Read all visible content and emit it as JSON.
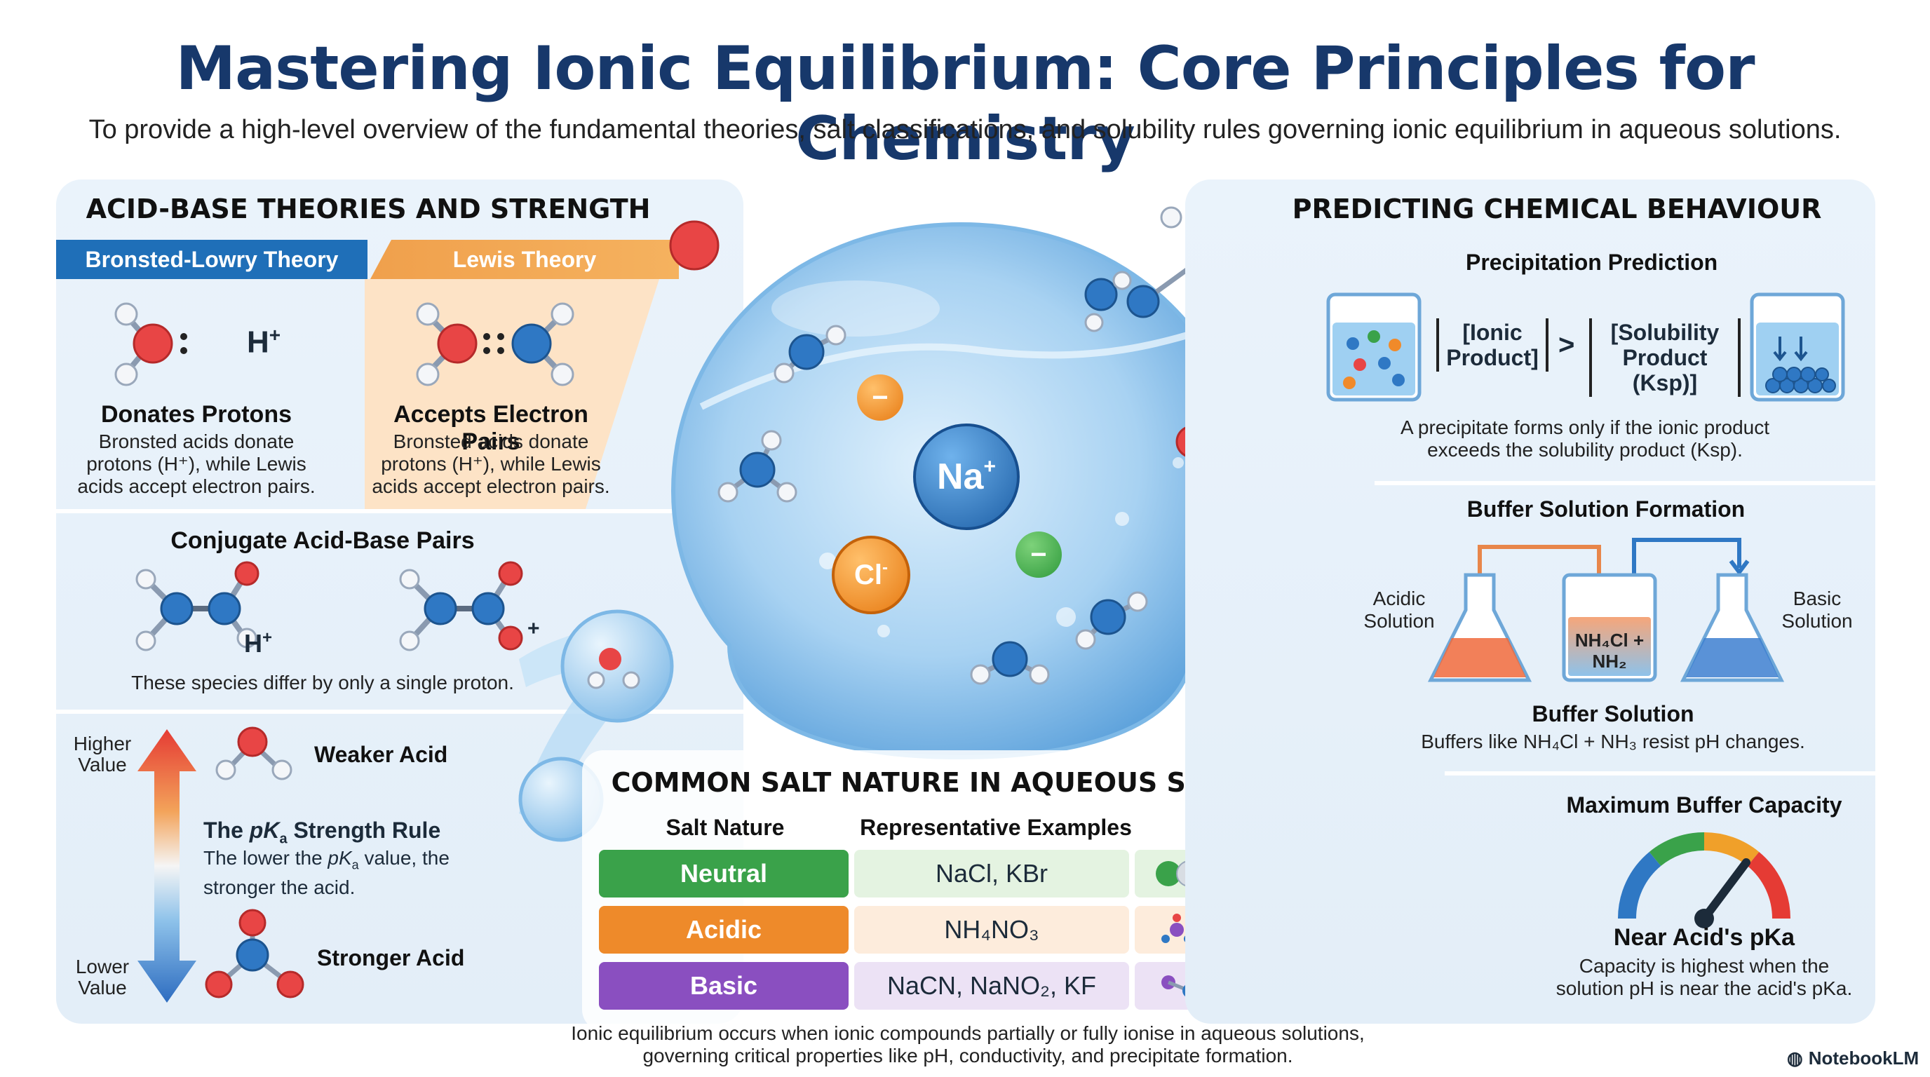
{
  "header": {
    "title": "Mastering Ionic Equilibrium: Core Principles for Chemistry",
    "subtitle": "To provide a high-level overview of the fundamental theories, salt classifications, and solubility rules governing ionic equilibrium in aqueous solutions."
  },
  "left_panel": {
    "heading": "ACID-BASE THEORIES AND STRENGTH",
    "bronsted": {
      "tab": "Bronsted-Lowry Theory",
      "ion_label": "H",
      "ion_sup": "+",
      "title": "Donates Protons",
      "desc": "Bronsted acids donate protons (H⁺), while Lewis acids accept electron pairs."
    },
    "lewis": {
      "tab": "Lewis Theory",
      "title": "Accepts Electron Pairs",
      "desc": "Bronsted acids donate protons (H⁺), while Lewis acids accept electron pairs."
    },
    "conjugate": {
      "title": "Conjugate Acid-Base Pairs",
      "h_label": "H",
      "h_sup": "+",
      "plus_label": "+",
      "desc": "These species differ by only a single proton."
    },
    "pka": {
      "higher": "Higher Value",
      "lower": "Lower Value",
      "weaker": "Weaker Acid",
      "stronger": "Stronger Acid",
      "rule_title_a": "The ",
      "rule_title_pk": "pK",
      "rule_title_sub": "a",
      "rule_title_b": " Strength Rule",
      "rule_desc_a": "The lower the ",
      "rule_desc_pk": "pK",
      "rule_desc_sub": "a",
      "rule_desc_b": " value, the stronger the acid."
    }
  },
  "center": {
    "ion_na": "Na",
    "ion_na_sup": "+",
    "ion_cl": "Cl",
    "ion_cl_sup": "-",
    "minus": "−",
    "table": {
      "heading": "COMMON SALT NATURE IN AQUEOUS SOLUTIONS",
      "col1": "Salt Nature",
      "col2": "Representative Examples",
      "rows": [
        {
          "nature": "Neutral",
          "examples": "NaCl, KBr",
          "color": "#3aa24a",
          "bg": "#e4f3e1"
        },
        {
          "nature": "Acidic",
          "examples": "NH₄NO₃",
          "color": "#ee8a2a",
          "bg": "#fdecdc"
        },
        {
          "nature": "Basic",
          "examples": "NaCN, NaNO₂, KF",
          "color": "#8a4fc0",
          "bg": "#ece2f5"
        }
      ]
    },
    "footer": "Ionic equilibrium occurs when ionic compounds partially or fully ionise in aqueous solutions, governing critical properties like pH, conductivity, and precipitate formation."
  },
  "right_panel": {
    "heading": "PREDICTING CHEMICAL BEHAVIOUR",
    "precip": {
      "title": "Precipitation Prediction",
      "ionic_product": "[Ionic Product]",
      "gt": ">",
      "solubility_product": "[Solubility Product (Ksp)]",
      "desc": "A precipitate forms only if the ionic product exceeds the solubility product (Ksp)."
    },
    "buffer": {
      "title": "Buffer Solution Formation",
      "acidic": "Acidic Solution",
      "basic": "Basic Solution",
      "mix": "NH₄Cl + NH₂",
      "label": "Buffer Solution",
      "desc": "Buffers like NH₄Cl + NH₃ resist pH changes."
    },
    "capacity": {
      "title": "Maximum Buffer Capacity",
      "gauge_title": "Near Acid's pKa",
      "desc": "Capacity is highest when the solution pH is near the acid's pKa."
    }
  },
  "brand": "NotebookLM",
  "colors": {
    "title": "#17386b",
    "bronsted_tab": "#1f6fb8",
    "lewis_tab": "#f0a04c",
    "panel_bg": "#e6f0f9"
  }
}
